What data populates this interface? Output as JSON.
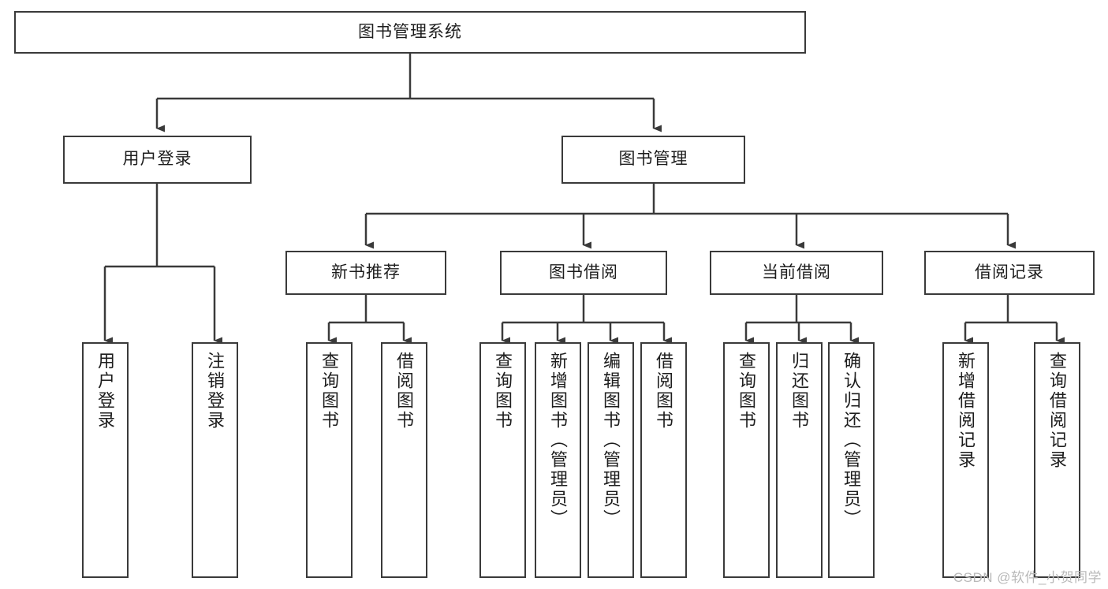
{
  "diagram": {
    "type": "tree",
    "title": "图书管理系统",
    "root": {
      "label": "图书管理系统"
    },
    "level1": [
      {
        "label": "用户登录"
      },
      {
        "label": "图书管理"
      }
    ],
    "level2": [
      {
        "label": "新书推荐"
      },
      {
        "label": "图书借阅"
      },
      {
        "label": "当前借阅"
      },
      {
        "label": "借阅记录"
      }
    ],
    "leaves": {
      "user_login": [
        {
          "label": "用户登录"
        },
        {
          "label": "注销登录"
        }
      ],
      "new_book_recommend": [
        {
          "label": "查询图书"
        },
        {
          "label": "借阅图书"
        }
      ],
      "book_borrow": [
        {
          "label": "查询图书"
        },
        {
          "label": "新增图书（管理员）"
        },
        {
          "label": "编辑图书（管理员）"
        },
        {
          "label": "借阅图书"
        }
      ],
      "current_borrow": [
        {
          "label": "查询图书"
        },
        {
          "label": "归还图书"
        },
        {
          "label": "确认归还（管理员）"
        }
      ],
      "borrow_record": [
        {
          "label": "新增借阅记录"
        },
        {
          "label": "查询借阅记录"
        }
      ]
    }
  },
  "watermark": {
    "text": "CSDN @软件_小贺同学"
  },
  "colors": {
    "box_border": "#3a3a3a",
    "box_fill": "#ffffff",
    "line": "#3a3a3a",
    "text": "#1d1d1d",
    "watermark": "#b9b9b9"
  }
}
